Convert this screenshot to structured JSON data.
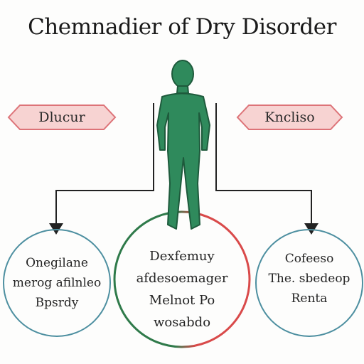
{
  "title": "Chemnadier of Dry Disorder",
  "colors": {
    "figure_fill": "#2f8a5c",
    "figure_stroke": "#1e5a3c",
    "tag_fill": "#f7d3d2",
    "tag_stroke": "#dd7378",
    "circle_stroke": "#4d8fa0",
    "center_circle_left": "#2f7a4a",
    "center_circle_right": "#d94a4a",
    "connector": "#222222"
  },
  "figure": {
    "icon": "human-silhouette"
  },
  "tags": {
    "left": "Dlucur",
    "right": "Kncliso"
  },
  "circles": {
    "left": {
      "lines": [
        "Onegilane",
        "merog afilnleo",
        "Bpsrdy"
      ]
    },
    "center": {
      "lines": [
        "Dexfemuy",
        "afdesoemager",
        "Melnot Po",
        "wosabdo"
      ]
    },
    "right": {
      "lines": [
        "Cofeeso",
        "The. sbedeop",
        "Renta"
      ]
    }
  }
}
